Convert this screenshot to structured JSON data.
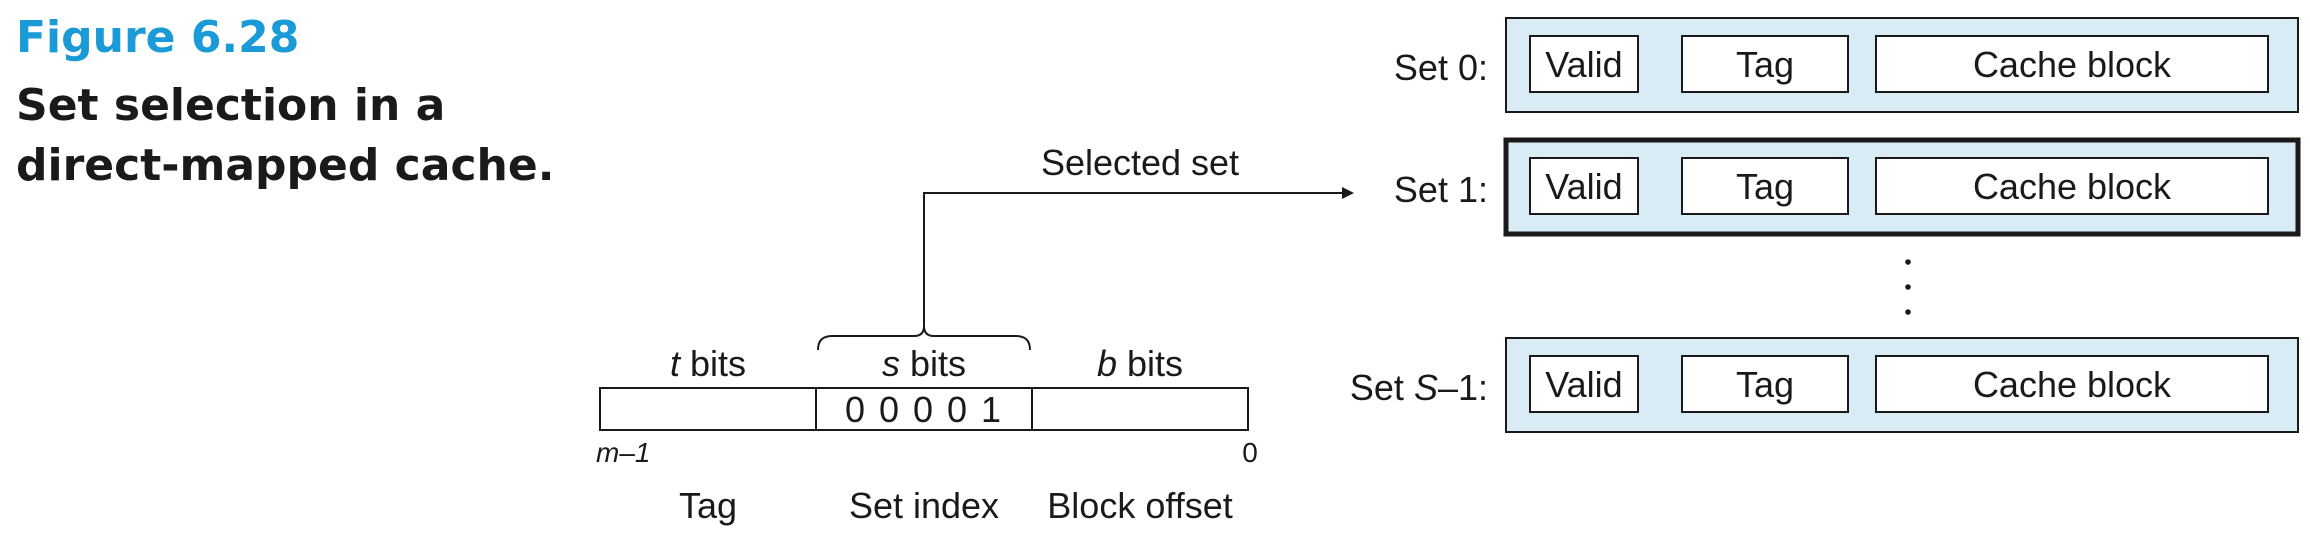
{
  "figure": {
    "number": "Figure 6.28",
    "caption": "Set selection in a direct-mapped cache."
  },
  "address": {
    "fields": [
      {
        "bits_var": "t",
        "bits_word": "bits",
        "name": "Tag",
        "value": ""
      },
      {
        "bits_var": "s",
        "bits_word": "bits",
        "name": "Set index",
        "value": "0 0 0 0 1"
      },
      {
        "bits_var": "b",
        "bits_word": "bits",
        "name": "Block offset",
        "value": ""
      }
    ],
    "msb_label": "m–1",
    "lsb_label": "0"
  },
  "arrow_label": "Selected set",
  "ellipsis": "⋮",
  "sets": [
    {
      "label": "Set 0:",
      "label_prefix": "Set ",
      "label_var": "",
      "label_suffix": "0:",
      "selected": false,
      "cells": [
        "Valid",
        "Tag",
        "Cache block"
      ]
    },
    {
      "label": "Set 1:",
      "label_prefix": "Set ",
      "label_var": "",
      "label_suffix": "1:",
      "selected": true,
      "cells": [
        "Valid",
        "Tag",
        "Cache block"
      ]
    },
    {
      "label": "Set S–1:",
      "label_prefix": "Set ",
      "label_var": "S",
      "label_suffix": "–1:",
      "selected": false,
      "cells": [
        "Valid",
        "Tag",
        "Cache block"
      ]
    }
  ],
  "colors": {
    "figure_number": "#1a9ad6",
    "set_fill": "#d9ebf4",
    "stroke": "#1a1a1a"
  }
}
